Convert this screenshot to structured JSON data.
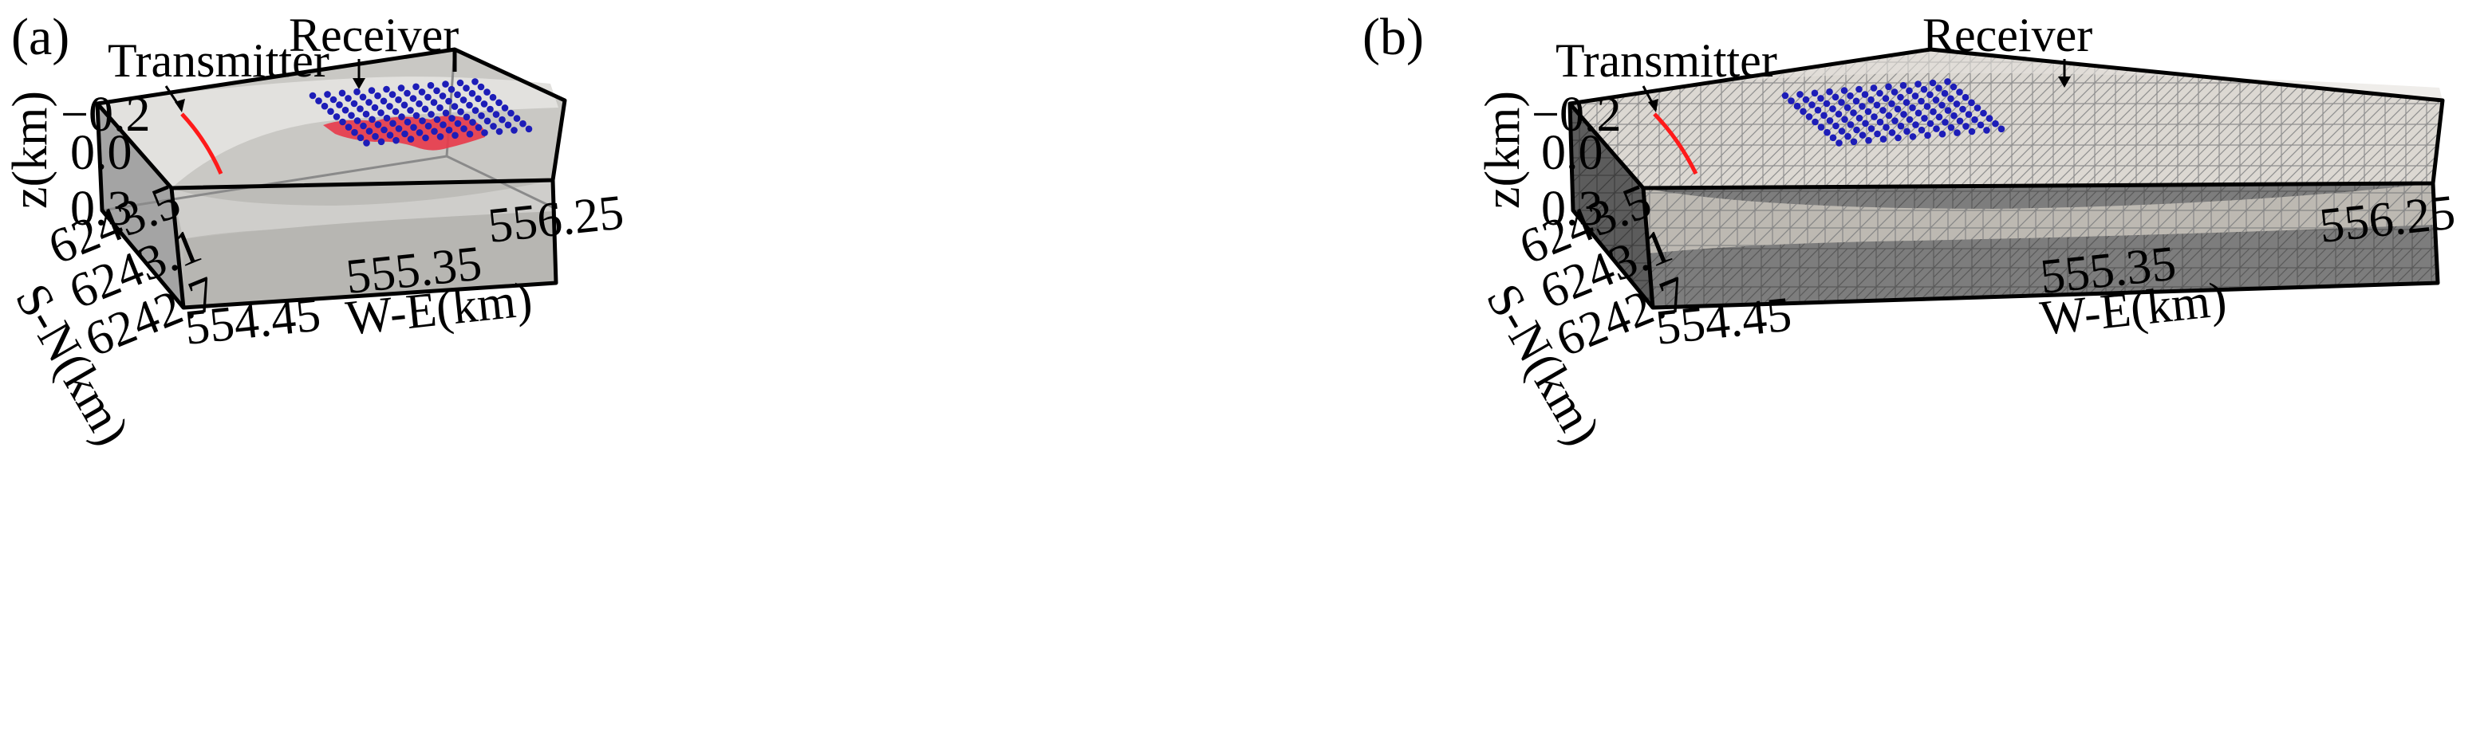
{
  "panels": [
    {
      "id": "a",
      "label": "(a)",
      "transmitter_label": "Transmitter",
      "receiver_label": "Receiver",
      "z_axis": {
        "title": "z(km)",
        "ticks": [
          "−0.2",
          "0.0",
          "0.3"
        ]
      },
      "sn_axis": {
        "title": "S-N(km)",
        "ticks": [
          "6243.5",
          "6243.1",
          "6242.7"
        ]
      },
      "we_axis": {
        "title": "W-E(km)",
        "ticks": [
          "554.45",
          "555.35",
          "556.25"
        ]
      },
      "style": "transparent model with red anomaly body",
      "colors": {
        "transmitter": "#ff1a1a",
        "receiver": "#1d1db8",
        "anomaly": "#e8384a"
      }
    },
    {
      "id": "b",
      "label": "(b)",
      "transmitter_label": "Transmitter",
      "receiver_label": "Receiver",
      "z_axis": {
        "title": "z(km)",
        "ticks": [
          "−0.2",
          "0.0",
          "0.3"
        ]
      },
      "sn_axis": {
        "title": "S-N(km)",
        "ticks": [
          "6243.5",
          "6243.1",
          "6242.7"
        ]
      },
      "we_axis": {
        "title": "W-E(km)",
        "ticks": [
          "554.45",
          "555.35",
          "556.25"
        ]
      },
      "style": "tetrahedral mesh",
      "colors": {
        "transmitter": "#ff1a1a",
        "receiver": "#1d1db8"
      }
    }
  ]
}
